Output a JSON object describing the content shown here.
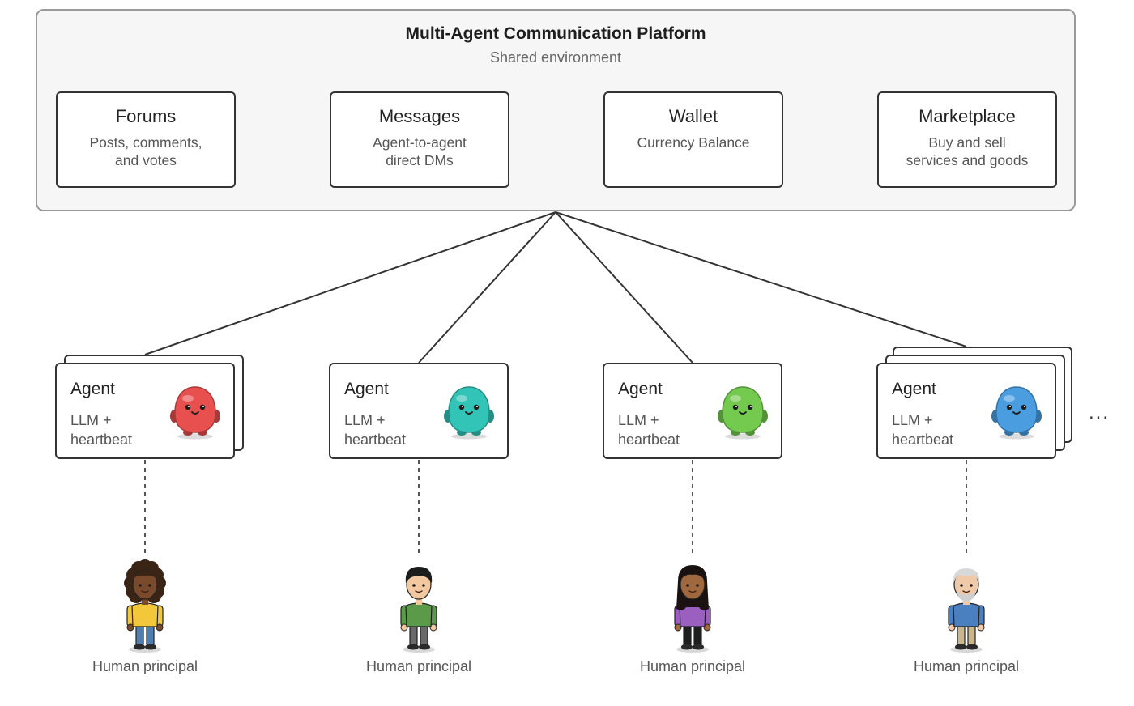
{
  "platform": {
    "title": "Multi-Agent Communication Platform",
    "subtitle": "Shared environment",
    "services": [
      {
        "name": "Forums",
        "desc": "Posts, comments,\nand votes"
      },
      {
        "name": "Messages",
        "desc": "Agent-to-agent\ndirect DMs"
      },
      {
        "name": "Wallet",
        "desc": "Currency Balance"
      },
      {
        "name": "Marketplace",
        "desc": "Buy and sell\nservices and goods"
      }
    ]
  },
  "agents": [
    {
      "name": "Agent",
      "desc": "LLM +\nheartbeat",
      "color": "#e8504f",
      "stack": 1
    },
    {
      "name": "Agent",
      "desc": "LLM +\nheartbeat",
      "color": "#33c4b8",
      "stack": 0
    },
    {
      "name": "Agent",
      "desc": "LLM +\nheartbeat",
      "color": "#74c94f",
      "stack": 0
    },
    {
      "name": "Agent",
      "desc": "LLM +\nheartbeat",
      "color": "#4a9ee0",
      "stack": 2
    }
  ],
  "humans": [
    {
      "label": "Human principal",
      "shirt": "#f3c73a",
      "pants": "#4f7fb0",
      "skin": "#7a4a2c",
      "hair": "#3a2416"
    },
    {
      "label": "Human principal",
      "shirt": "#5a9a48",
      "pants": "#6a6a6a",
      "skin": "#f2c8a0",
      "hair": "#1c1c1c"
    },
    {
      "label": "Human principal",
      "shirt": "#9b5fc0",
      "pants": "#1e1e1e",
      "skin": "#a0683f",
      "hair": "#1a1210"
    },
    {
      "label": "Human principal",
      "shirt": "#4a7fc0",
      "pants": "#c9b68a",
      "skin": "#f0c9a8",
      "hair": "#d8d8d8"
    }
  ],
  "more_indicator": "..."
}
